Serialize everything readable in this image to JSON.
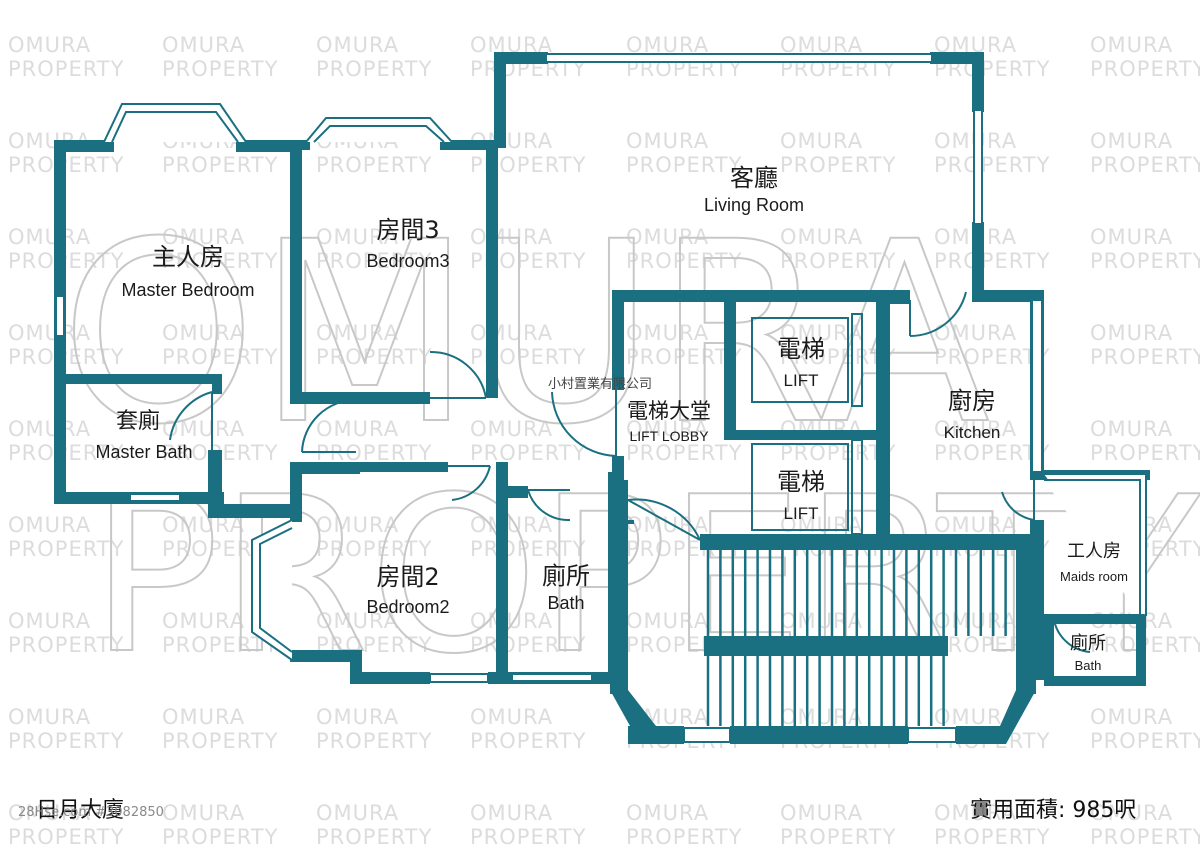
{
  "company_tag": "小村置業有限公司",
  "watermark": {
    "line1": "OMURA",
    "line2": "PROPERTY"
  },
  "rooms": {
    "master_bedroom": {
      "cn": "主人房",
      "en": "Master Bedroom"
    },
    "bedroom3": {
      "cn": "房間3",
      "en": "Bedroom3"
    },
    "living_room": {
      "cn": "客廳",
      "en": "Living Room"
    },
    "master_bath": {
      "cn": "套廁",
      "en": "Master Bath"
    },
    "lift_lobby": {
      "cn": "電梯大堂",
      "en": "LIFT LOBBY"
    },
    "lift_upper": {
      "cn": "電梯",
      "en": "LIFT"
    },
    "lift_lower": {
      "cn": "電梯",
      "en": "LIFT"
    },
    "kitchen": {
      "cn": "廚房",
      "en": "Kitchen"
    },
    "bedroom2": {
      "cn": "房間2",
      "en": "Bedroom2"
    },
    "bath": {
      "cn": "廁所",
      "en": "Bath"
    },
    "maids_room": {
      "cn": "工人房",
      "en": "Maids room"
    },
    "maids_bath": {
      "cn": "廁所",
      "en": "Bath"
    }
  },
  "footer": {
    "building_name": "日月大廈",
    "source": "28Hse.com #3082850",
    "area_label": "實用面積: 985呎"
  },
  "colors": {
    "wall": "#1a7080",
    "watermark": "#dcdcdc"
  }
}
